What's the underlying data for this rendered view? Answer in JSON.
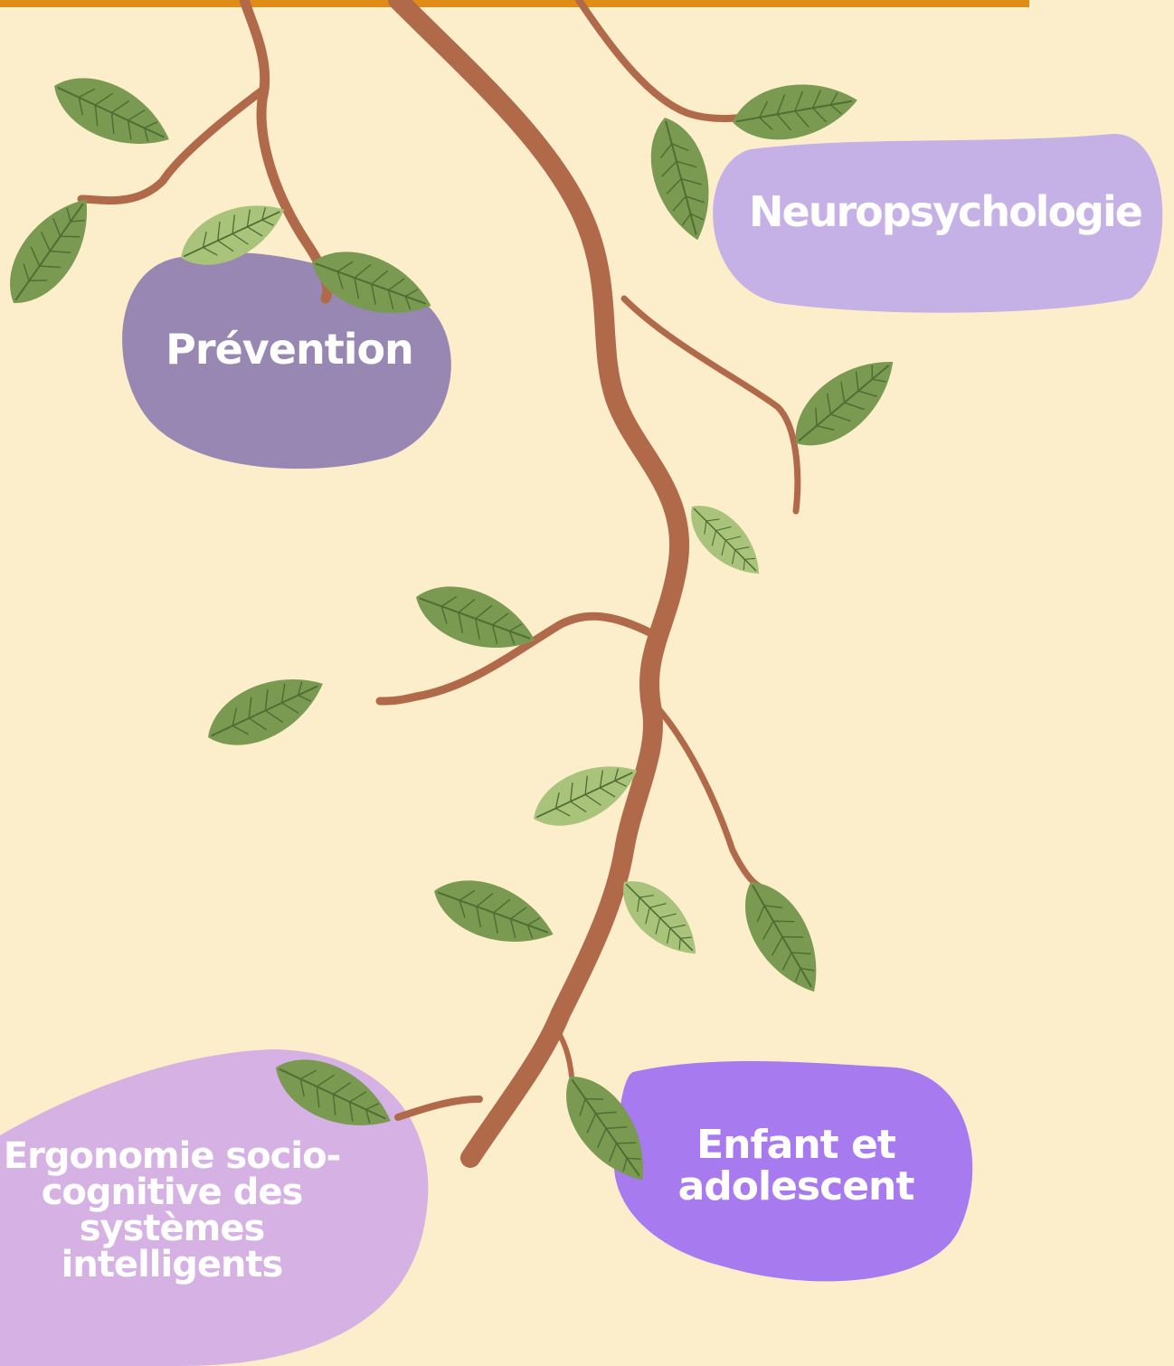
{
  "colors": {
    "background": "#fdeecb",
    "accent_bar": "#e08c17",
    "branch": "#b06a4a",
    "leaf": "#7a9a52",
    "leaf_light": "#a9c47a",
    "bubble_prevention": "#9886b3",
    "bubble_neuro": "#c5b1e5",
    "bubble_ergo": "#d5b2e3",
    "bubble_enfant": "#a87af0"
  },
  "categories": {
    "prevention": "Prévention",
    "neuropsychologie": "Neuropsychologie",
    "ergonomie": "Ergonomie socio-cognitive des systèmes intelligents",
    "enfant": "Enfant et adolescent"
  }
}
